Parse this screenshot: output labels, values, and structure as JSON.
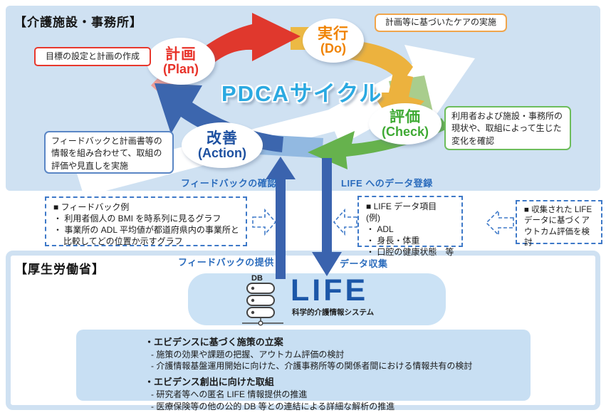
{
  "facility": {
    "title": "【介護施設・事務所】",
    "pdca_title": "PDCAサイクル",
    "nodes": {
      "plan": {
        "label": "計画",
        "sub": "(Plan)"
      },
      "do": {
        "label": "実行",
        "sub": "(Do)"
      },
      "check": {
        "label": "評価",
        "sub": "(Check)"
      },
      "action": {
        "label": "改善",
        "sub": "(Action)"
      }
    },
    "callouts": {
      "plan": "目標の設定と計画の作成",
      "do": "計画等に基づいたケアの実施",
      "check": "利用者および施設・事務所の現状や、取組によって生じた変化を確認",
      "action": "フィードバックと計画書等の情報を組み合わせて、取組の評価や見直しを実施"
    },
    "flow_labels": {
      "feedback_check": "フィードバックの確認",
      "data_register": "LIFE へのデータ登録"
    }
  },
  "middle": {
    "feedback_box": {
      "title": "■ フィードバック例",
      "items": [
        "・ 利用者個人の BMI を時系列に見るグラフ",
        "・ 事業所の ADL 平均値が都道府県内の事業所と比較してどの位置か示すグラフ"
      ]
    },
    "life_box": {
      "title": "■ LIFE データ項目　(例)",
      "items": [
        "・ ADL",
        "・ 身長・体重",
        "・ 口腔の健康状態　等"
      ]
    },
    "outcome_box": {
      "text": "■ 収集された LIFE データに基づくアウトカム評価を検討"
    }
  },
  "ministry": {
    "title": "【厚生労働省】",
    "flow_labels": {
      "feedback_provide": "フィードバックの提供",
      "data_collect": "データ収集"
    },
    "life": {
      "db_label": "DB",
      "logo": "LIFE",
      "subtitle": "科学的介護情報システム"
    },
    "policy": {
      "groups": [
        {
          "heading": "・エビデンスに基づく施策の立案",
          "items": [
            "- 施策の効果や課題の把握、アウトカム評価の検討",
            "- 介護情報基盤運用開始に向けた、介護事務所等の関係者間における情報共有の検討"
          ]
        },
        {
          "heading": "・エビデンス創出に向けた取組",
          "items": [
            "- 研究者等への匿名 LIFE 情報提供の推進",
            "- 医療保険等の他の公的 DB 等との連結による詳細な解析の推進"
          ]
        }
      ]
    }
  },
  "colors": {
    "section_bg": "#cfe1f2",
    "plan_red": "#e8332a",
    "do_orange": "#f08300",
    "check_green": "#3faa34",
    "action_blue": "#1d50a0",
    "pdca_cyan": "#2ba9e1",
    "flow_arrow_blue": "#3a63ae",
    "label_blue": "#2b6cbd",
    "dashed_border_blue": "#3e79c8",
    "life_logo_blue": "#1c57a8",
    "inner_box_bg": "#c8dff3"
  }
}
